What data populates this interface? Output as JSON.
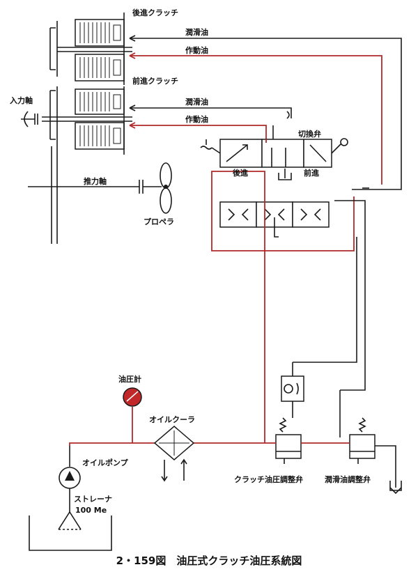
{
  "labels": {
    "reverse_clutch": "後進クラッチ",
    "lubricating_oil_1": "潤滑油",
    "working_oil_1": "作動油",
    "forward_clutch": "前進クラッチ",
    "input_shaft": "入力軸",
    "lubricating_oil_2": "潤滑油",
    "working_oil_2": "作動油",
    "selector_valve": "切換弁",
    "reverse": "後進",
    "forward": "前進",
    "thrust_shaft": "推力軸",
    "propeller": "プロペラ",
    "oil_pressure_gauge": "油圧計",
    "oil_cooler": "オイルクーラ",
    "oil_pump": "オイルポンプ",
    "strainer": "ストレーナ",
    "strainer_mesh": "100 Me",
    "clutch_pressure_valve": "クラッチ油圧調整弁",
    "lube_pressure_valve": "潤滑油調整弁"
  },
  "caption": "2・159図　油圧式クラッチ油圧系統図",
  "colors": {
    "pressure_line": "#b02a2a",
    "gauge_fill": "#c0282a",
    "line": "#1a1a1a"
  }
}
